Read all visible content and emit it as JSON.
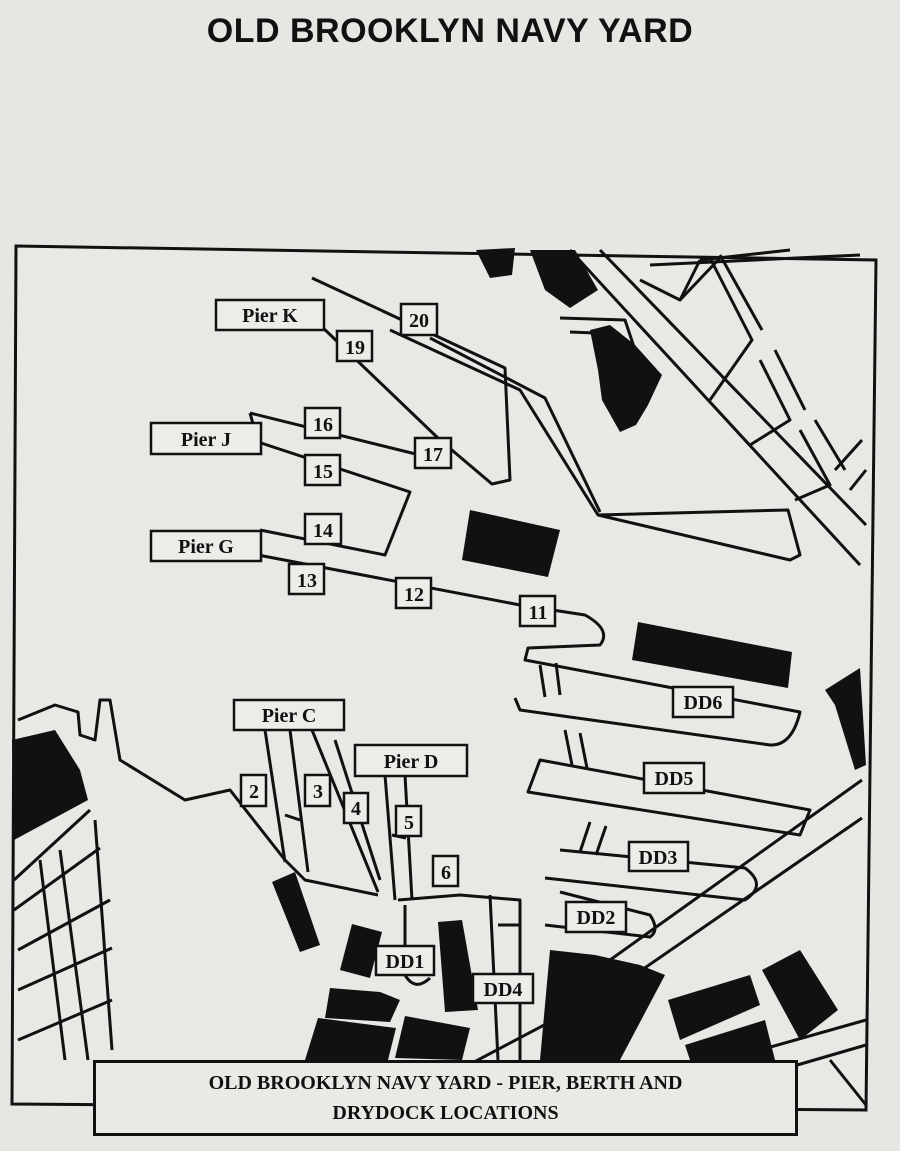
{
  "title": "OLD BROOKLYN NAVY YARD",
  "caption": {
    "line1": "OLD BROOKLYN NAVY YARD - PIER, BERTH AND",
    "line2": "DRYDOCK LOCATIONS"
  },
  "labels": {
    "pier_k": "Pier K",
    "pier_j": "Pier J",
    "pier_g": "Pier G",
    "pier_c": "Pier C",
    "pier_d": "Pier D",
    "berth_20": "20",
    "berth_19": "19",
    "berth_17": "17",
    "berth_16": "16",
    "berth_15": "15",
    "berth_14": "14",
    "berth_13": "13",
    "berth_12": "12",
    "berth_11": "11",
    "berth_2": "2",
    "berth_3": "3",
    "berth_4": "4",
    "berth_5": "5",
    "berth_6": "6",
    "dd1": "DD1",
    "dd2": "DD2",
    "dd3": "DD3",
    "dd4": "DD4",
    "dd5": "DD5",
    "dd6": "DD6"
  },
  "colors": {
    "ink": "#111111",
    "paper": "#e6e7e3"
  }
}
